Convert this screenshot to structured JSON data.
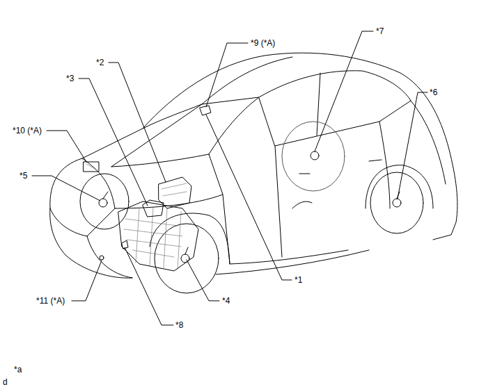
{
  "diagram": {
    "labels": [
      "*9 (*A)",
      "*7",
      "*6",
      "*2",
      "*3",
      "*10 (*A)",
      "*5",
      "*1",
      "*4",
      "*11 (*A)",
      "*8",
      "*a",
      "d"
    ]
  }
}
